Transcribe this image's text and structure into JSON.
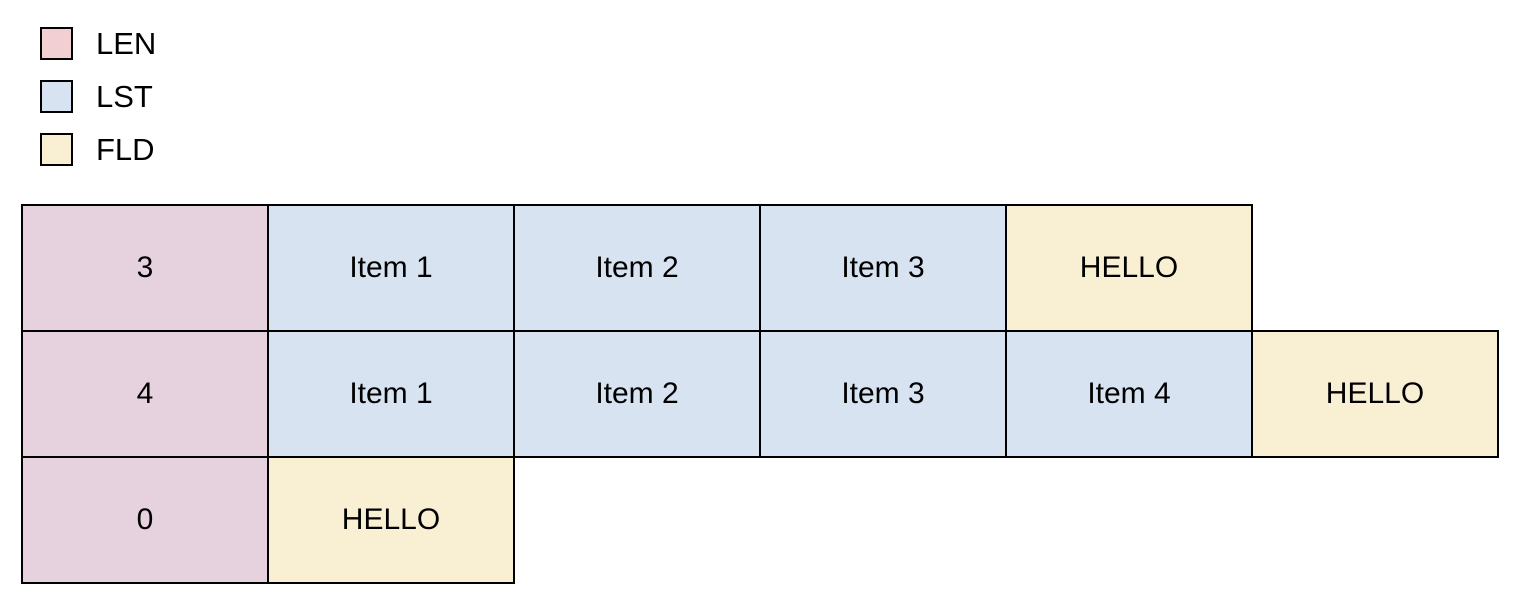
{
  "legend": {
    "items": [
      {
        "label": "LEN",
        "color": "#f2cfd2"
      },
      {
        "label": "LST",
        "color": "#d8e3f1"
      },
      {
        "label": "FLD",
        "color": "#f9f0d3"
      }
    ]
  },
  "colors": {
    "len_cell": "#e6d2de",
    "lst_cell": "#d8e3f1",
    "fld_cell": "#f9f0d3",
    "border": "#000000",
    "text": "#000000",
    "background": "#ffffff"
  },
  "diagram": {
    "rows": [
      {
        "cells": [
          {
            "type": "len",
            "label": "3"
          },
          {
            "type": "lst",
            "label": "Item 1"
          },
          {
            "type": "lst",
            "label": "Item 2"
          },
          {
            "type": "lst",
            "label": "Item 3"
          },
          {
            "type": "fld",
            "label": "HELLO"
          }
        ]
      },
      {
        "cells": [
          {
            "type": "len",
            "label": "4"
          },
          {
            "type": "lst",
            "label": "Item 1"
          },
          {
            "type": "lst",
            "label": "Item 2"
          },
          {
            "type": "lst",
            "label": "Item 3"
          },
          {
            "type": "lst",
            "label": "Item 4"
          },
          {
            "type": "fld",
            "label": "HELLO"
          }
        ]
      },
      {
        "cells": [
          {
            "type": "len",
            "label": "0"
          },
          {
            "type": "fld",
            "label": "HELLO"
          }
        ]
      }
    ]
  }
}
